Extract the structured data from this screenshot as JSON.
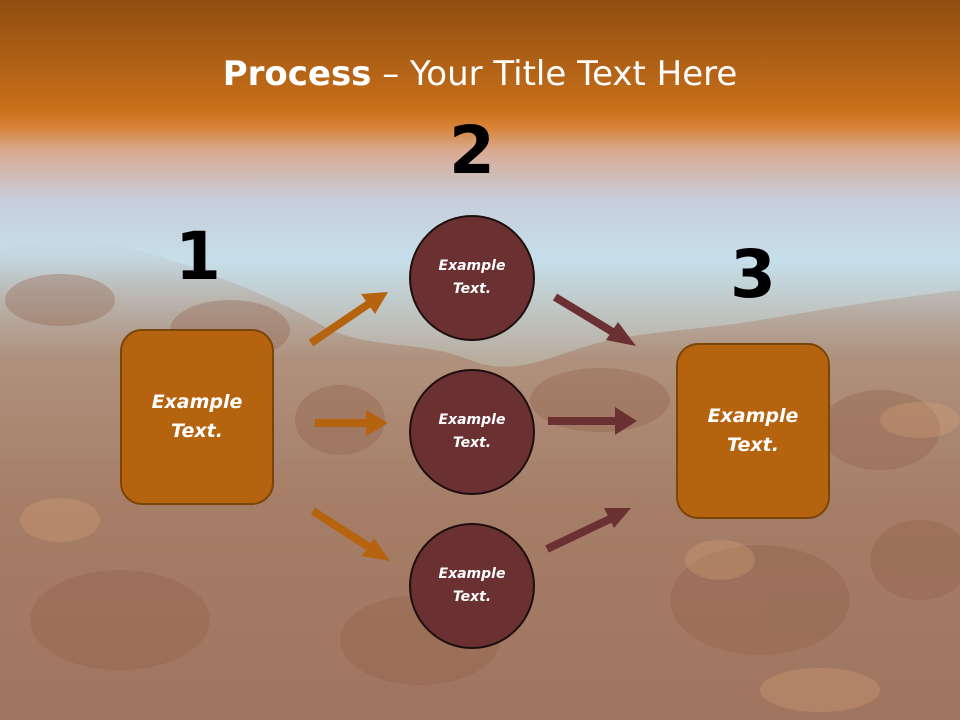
{
  "title": {
    "bold": "Process",
    "rest": " – Your Title Text Here"
  },
  "steps": [
    {
      "number": "1",
      "text": "Example\nText."
    },
    {
      "number": "2",
      "items": [
        "Example\nText.",
        "Example\nText.",
        "Example\nText."
      ]
    },
    {
      "number": "3",
      "text": "Example\nText."
    }
  ],
  "colors": {
    "box_fill": "#b5630e",
    "circle_fill": "#6b3132",
    "arrow_orange": "#b5630e",
    "arrow_maroon": "#6b3132"
  }
}
